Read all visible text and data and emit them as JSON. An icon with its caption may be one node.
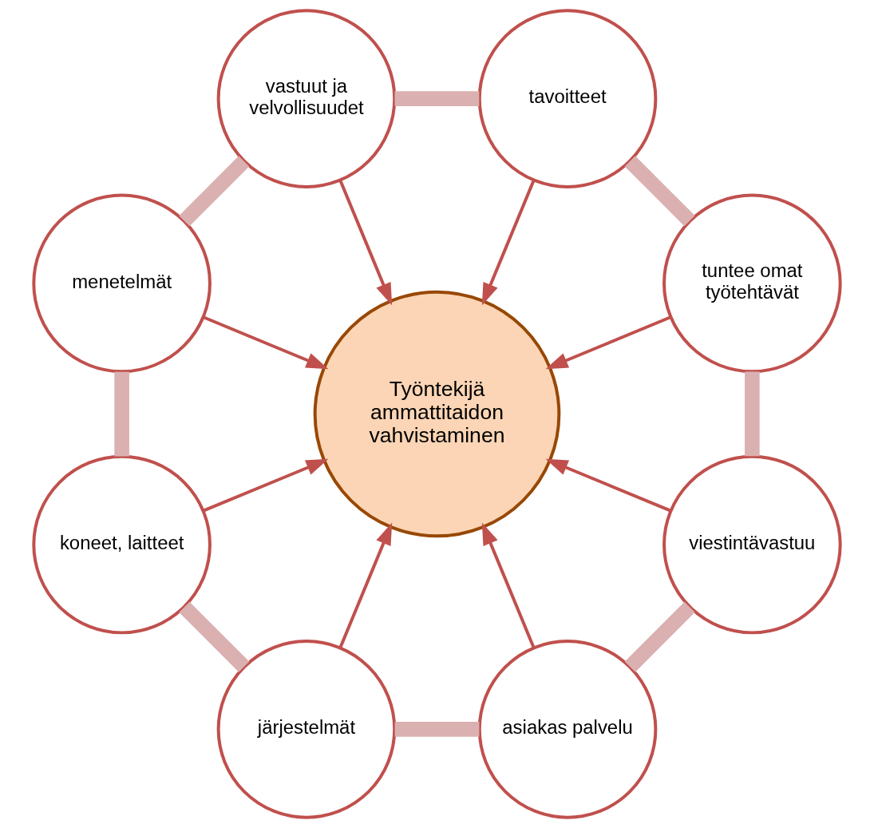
{
  "diagram": {
    "nodes": [
      {
        "text": [
          "Työntekijä ammattitaidon vahvistaminen"
        ]
      },
      {
        "text": [
          "tuntee omat työtehtävät"
        ]
      },
      {
        "text": [
          "tavoitteet"
        ]
      },
      {
        "text": [
          "vastuut ja velvollisuudet"
        ]
      },
      {
        "text": [
          "menetelmät"
        ]
      },
      {
        "text": [
          "koneet, laitteet"
        ]
      },
      {
        "text": [
          "järjestelmät"
        ]
      },
      {
        "text": [
          "asiakas palvelu"
        ]
      },
      {
        "text": [
          "viestintävastuu"
        ]
      }
    ],
    "edges": [
      {
        "from": 1,
        "to": 0,
        "arrow": "to"
      },
      {
        "from": 2,
        "to": 0,
        "arrow": "to"
      },
      {
        "from": 3,
        "to": 0,
        "arrow": "to"
      },
      {
        "from": 4,
        "to": 0,
        "arrow": "to"
      },
      {
        "from": 5,
        "to": 0,
        "arrow": "to"
      },
      {
        "from": 6,
        "to": 0,
        "arrow": "to"
      },
      {
        "from": 7,
        "to": 0,
        "arrow": "to"
      },
      {
        "from": 8,
        "to": 0,
        "arrow": "to"
      },
      {
        "from": 1,
        "to": 2,
        "arrow": "none",
        "style": "thick",
        "color": "#dbb0b0"
      },
      {
        "from": 2,
        "to": 3,
        "arrow": "none",
        "style": "thick",
        "color": "#dbb0b0"
      },
      {
        "from": 3,
        "to": 4,
        "arrow": "none",
        "style": "thick",
        "color": "#dbb0b0"
      },
      {
        "from": 4,
        "to": 5,
        "arrow": "none",
        "style": "thick",
        "color": "#dbb0b0"
      },
      {
        "from": 5,
        "to": 6,
        "arrow": "none",
        "style": "thick",
        "color": "#dbb0b0"
      },
      {
        "from": 6,
        "to": 7,
        "arrow": "none",
        "style": "thick",
        "color": "#dbb0b0"
      },
      {
        "from": 7,
        "to": 8,
        "arrow": "none",
        "style": "thick",
        "color": "#dbb0b0"
      },
      {
        "from": 8,
        "to": 1,
        "arrow": "none",
        "style": "thick",
        "color": "#dbb0b0"
      }
    ]
  }
}
